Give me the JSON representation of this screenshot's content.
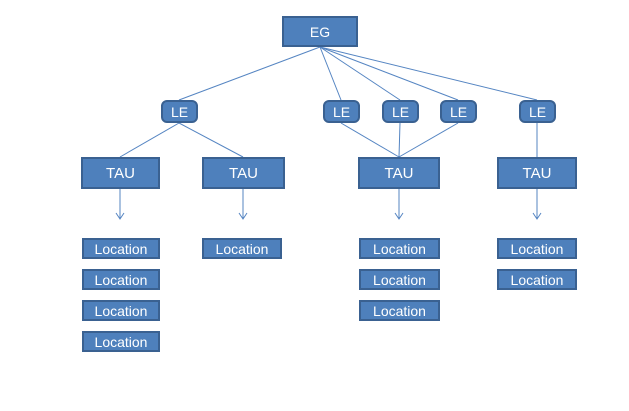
{
  "colors": {
    "node_fill": "#4e80bc",
    "node_border": "#3a6191",
    "connector_line": "#5585c2"
  },
  "nodes": {
    "eg": {
      "label": "EG"
    },
    "le": [
      {
        "label": "LE"
      },
      {
        "label": "LE"
      },
      {
        "label": "LE"
      },
      {
        "label": "LE"
      },
      {
        "label": "LE"
      }
    ],
    "tau": [
      {
        "label": "TAU"
      },
      {
        "label": "TAU"
      },
      {
        "label": "TAU"
      },
      {
        "label": "TAU"
      }
    ],
    "locations": {
      "col1": [
        "Location",
        "Location",
        "Location",
        "Location"
      ],
      "col2": [
        "Location"
      ],
      "col3": [
        "Location",
        "Location",
        "Location"
      ],
      "col4": [
        "Location",
        "Location"
      ]
    }
  }
}
